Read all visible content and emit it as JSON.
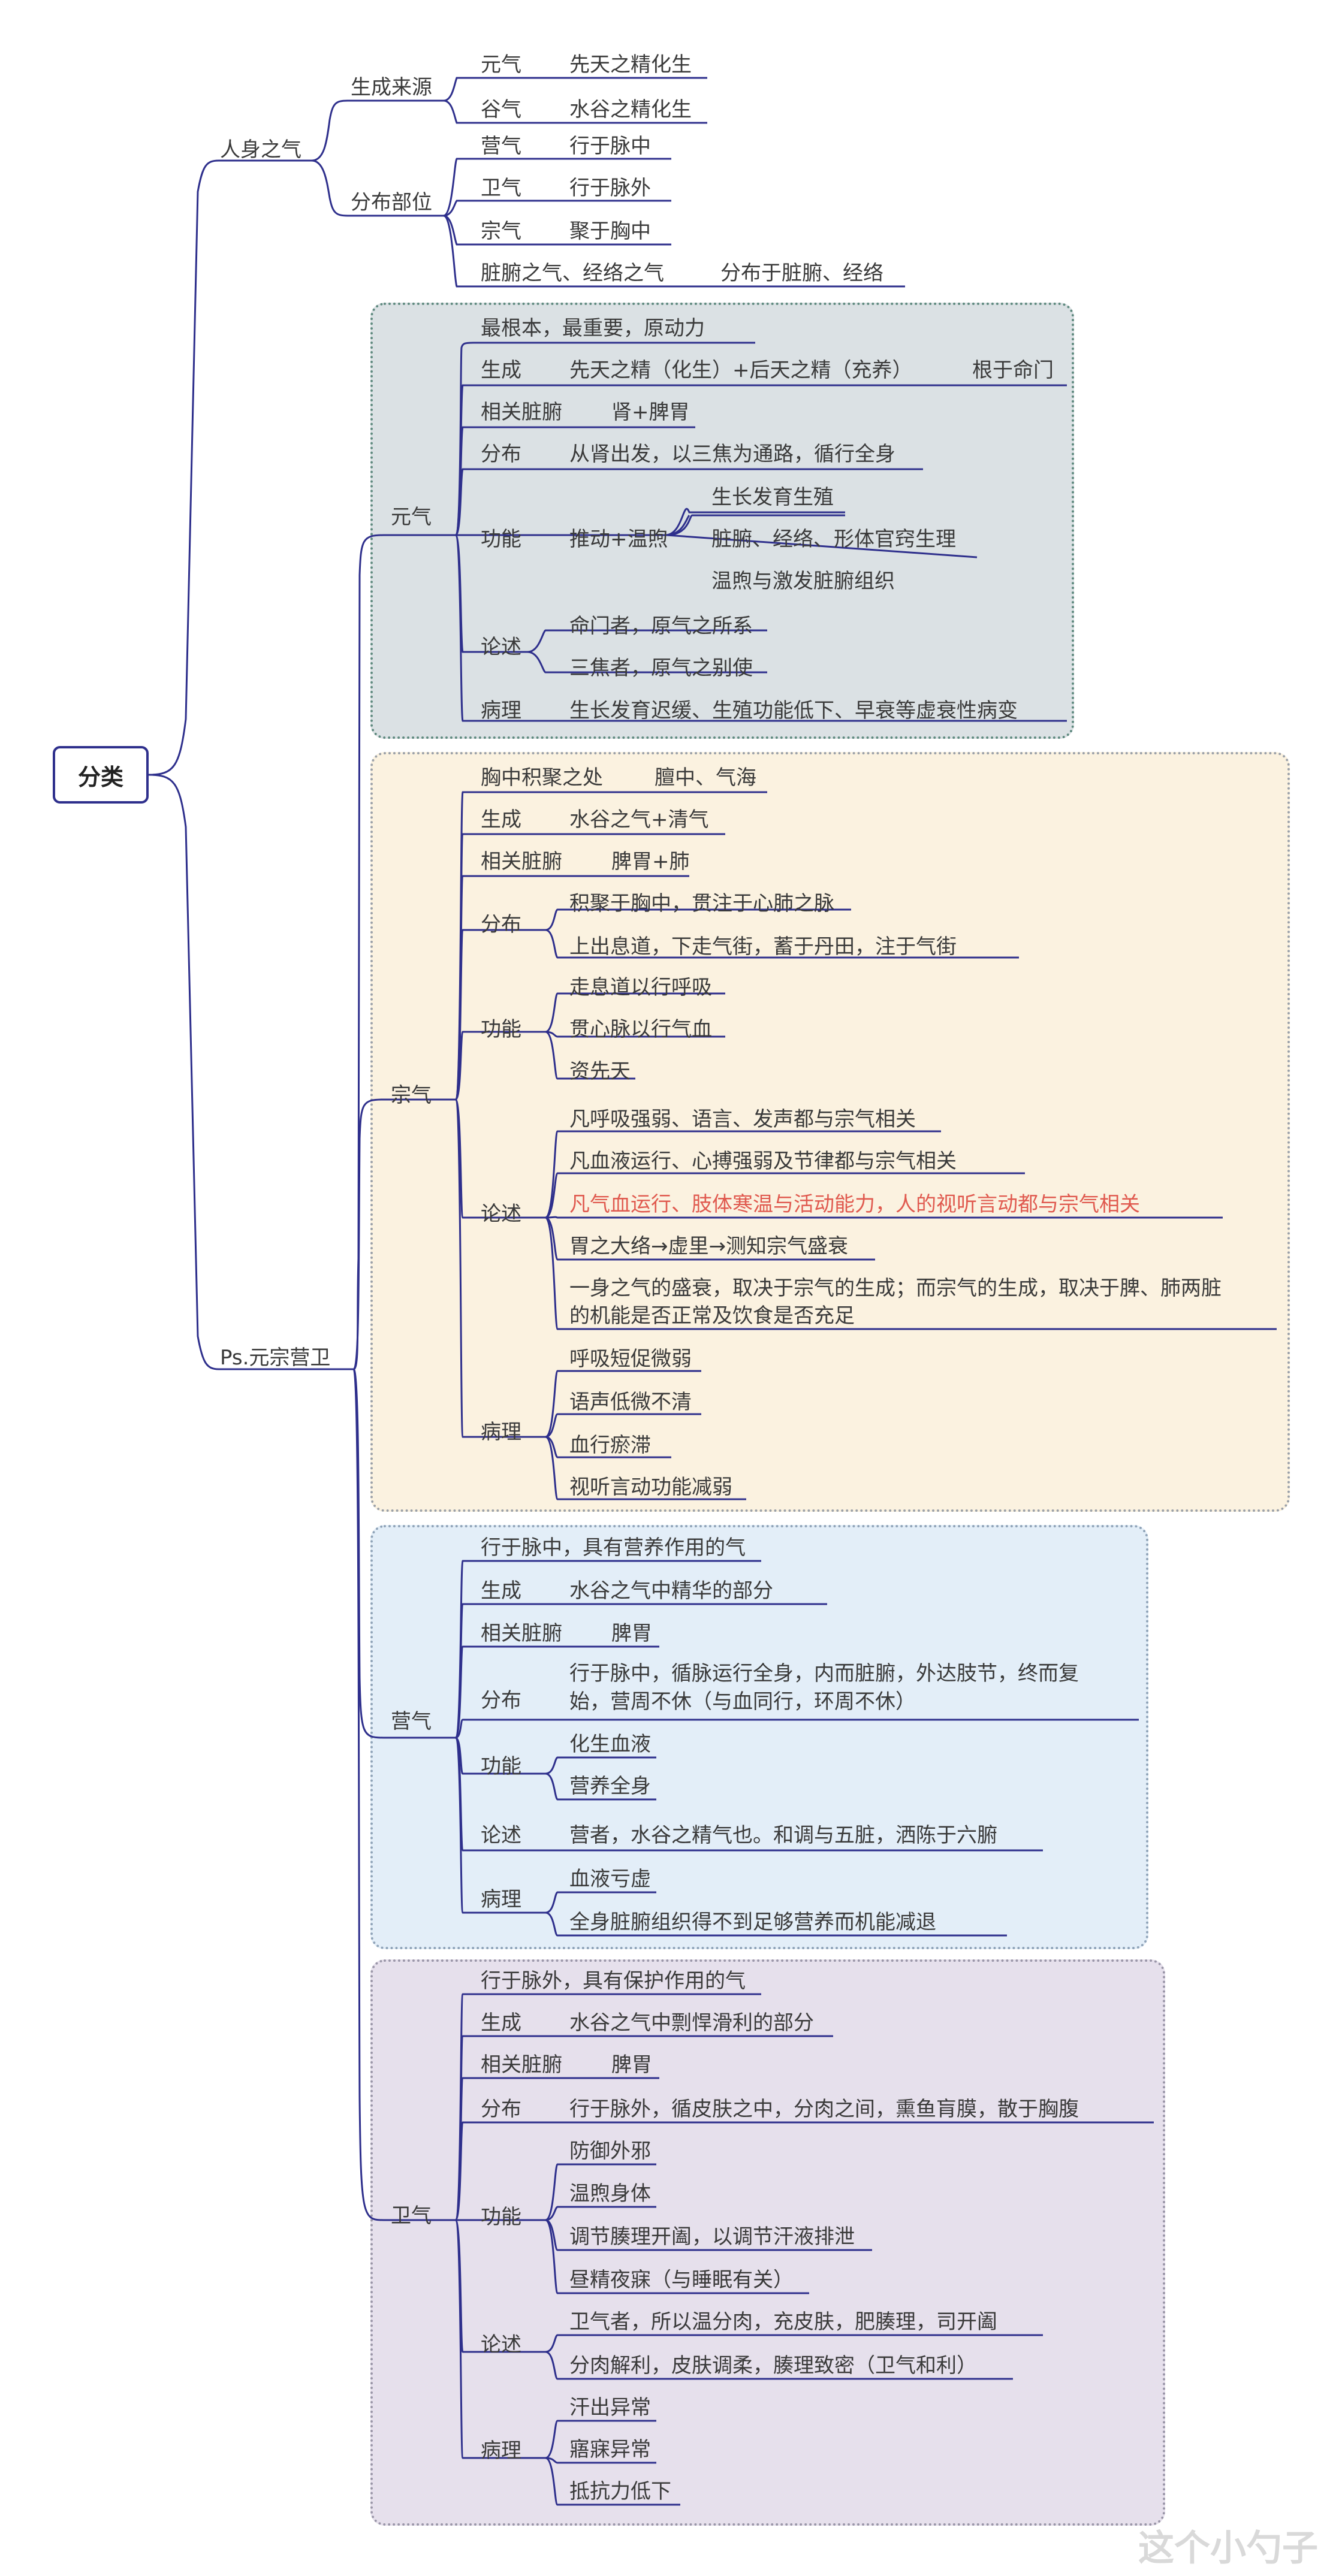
{
  "colors": {
    "line": "#2e2f8c",
    "yuanqi_bg": "#dbe1e4",
    "zongqi_bg": "#fbf2e0",
    "yingqi_bg": "#e3eef8",
    "weiqi_bg": "#e6e0ec",
    "highlight": "#e05a4f"
  },
  "root": "分类",
  "renshen": {
    "label": "人身之气",
    "source": {
      "label": "生成来源",
      "items": [
        [
          "元气",
          "先天之精化生"
        ],
        [
          "谷气",
          "水谷之精化生"
        ]
      ]
    },
    "dist": {
      "label": "分布部位",
      "items": [
        [
          "营气",
          "行于脉中"
        ],
        [
          "卫气",
          "行于脉外"
        ],
        [
          "宗气",
          "聚于胸中"
        ],
        [
          "脏腑之气、经络之气",
          "分布于脏腑、经络"
        ]
      ]
    }
  },
  "ps": "Ps.元宗营卫",
  "yuanqi": {
    "label": "元气",
    "def": "最根本，最重要，原动力",
    "sc_k": "生成",
    "sc_v": "先天之精（化生）+后天之精（充养）",
    "sc_v2": "根于命门",
    "xg_k": "相关脏腑",
    "xg_v": "肾+脾胃",
    "fb_k": "分布",
    "fb_v": "从肾出发，以三焦为通路，循行全身",
    "gn_k": "功能",
    "gn_v": "推动+温煦",
    "gn_items": [
      "生长发育生殖",
      "脏腑、经络、形体官窍生理",
      "温煦与激发脏腑组织"
    ],
    "ls_k": "论述",
    "ls_items": [
      "命门者，原气之所系",
      "三焦者，原气之别使"
    ],
    "bl_k": "病理",
    "bl_v": "生长发育迟缓、生殖功能低下、早衰等虚衰性病变"
  },
  "zongqi": {
    "label": "宗气",
    "def": "胸中积聚之处",
    "def2": "膻中、气海",
    "sc_k": "生成",
    "sc_v": "水谷之气+清气",
    "xg_k": "相关脏腑",
    "xg_v": "脾胃+肺",
    "fb_k": "分布",
    "fb_items": [
      "积聚于胸中，贯注于心肺之脉",
      "上出息道，下走气街，蓄于丹田，注于气街"
    ],
    "gn_k": "功能",
    "gn_items": [
      "走息道以行呼吸",
      "贯心脉以行气血",
      "资先天"
    ],
    "ls_k": "论述",
    "ls_items": [
      "凡呼吸强弱、语言、发声都与宗气相关",
      "凡血液运行、心搏强弱及节律都与宗气相关",
      "凡气血运行、肢体寒温与活动能力，人的视听言动都与宗气相关",
      "胃之大络→虚里→测知宗气盛衰"
    ],
    "ls_long1": "一身之气的盛衰，取决于宗气的生成；而宗气的生成，取决于脾、肺两脏",
    "ls_long2": "的机能是否正常及饮食是否充足",
    "bl_k": "病理",
    "bl_items": [
      "呼吸短促微弱",
      "语声低微不清",
      "血行瘀滞",
      "视听言动功能减弱"
    ]
  },
  "yingqi": {
    "label": "营气",
    "def": "行于脉中，具有营养作用的气",
    "sc_k": "生成",
    "sc_v": "水谷之气中精华的部分",
    "xg_k": "相关脏腑",
    "xg_v": "脾胃",
    "fb_k": "分布",
    "fb_v1": "行于脉中，循脉运行全身，内而脏腑，外达肢节，终而复",
    "fb_v2": "始，营周不休（与血同行，环周不休）",
    "gn_k": "功能",
    "gn_items": [
      "化生血液",
      "营养全身"
    ],
    "ls_k": "论述",
    "ls_v": "营者，水谷之精气也。和调与五脏，洒陈于六腑",
    "bl_k": "病理",
    "bl_items": [
      "血液亏虚",
      "全身脏腑组织得不到足够营养而机能减退"
    ]
  },
  "weiqi": {
    "label": "卫气",
    "def": "行于脉外，具有保护作用的气",
    "sc_k": "生成",
    "sc_v": "水谷之气中剽悍滑利的部分",
    "xg_k": "相关脏腑",
    "xg_v": "脾胃",
    "fb_k": "分布",
    "fb_v": "行于脉外，循皮肤之中，分肉之间，熏鱼肓膜，散于胸腹",
    "gn_k": "功能",
    "gn_items": [
      "防御外邪",
      "温煦身体",
      "调节腠理开阖，以调节汗液排泄",
      "昼精夜寐（与睡眠有关）"
    ],
    "ls_k": "论述",
    "ls_items": [
      "卫气者，所以温分肉，充皮肤，肥腠理，司开阖",
      "分肉解利，皮肤调柔，腠理致密（卫气和利）"
    ],
    "bl_k": "病理",
    "bl_items": [
      "汗出异常",
      "寤寐异常",
      "抵抗力低下"
    ]
  },
  "watermark": "这个小勺子"
}
